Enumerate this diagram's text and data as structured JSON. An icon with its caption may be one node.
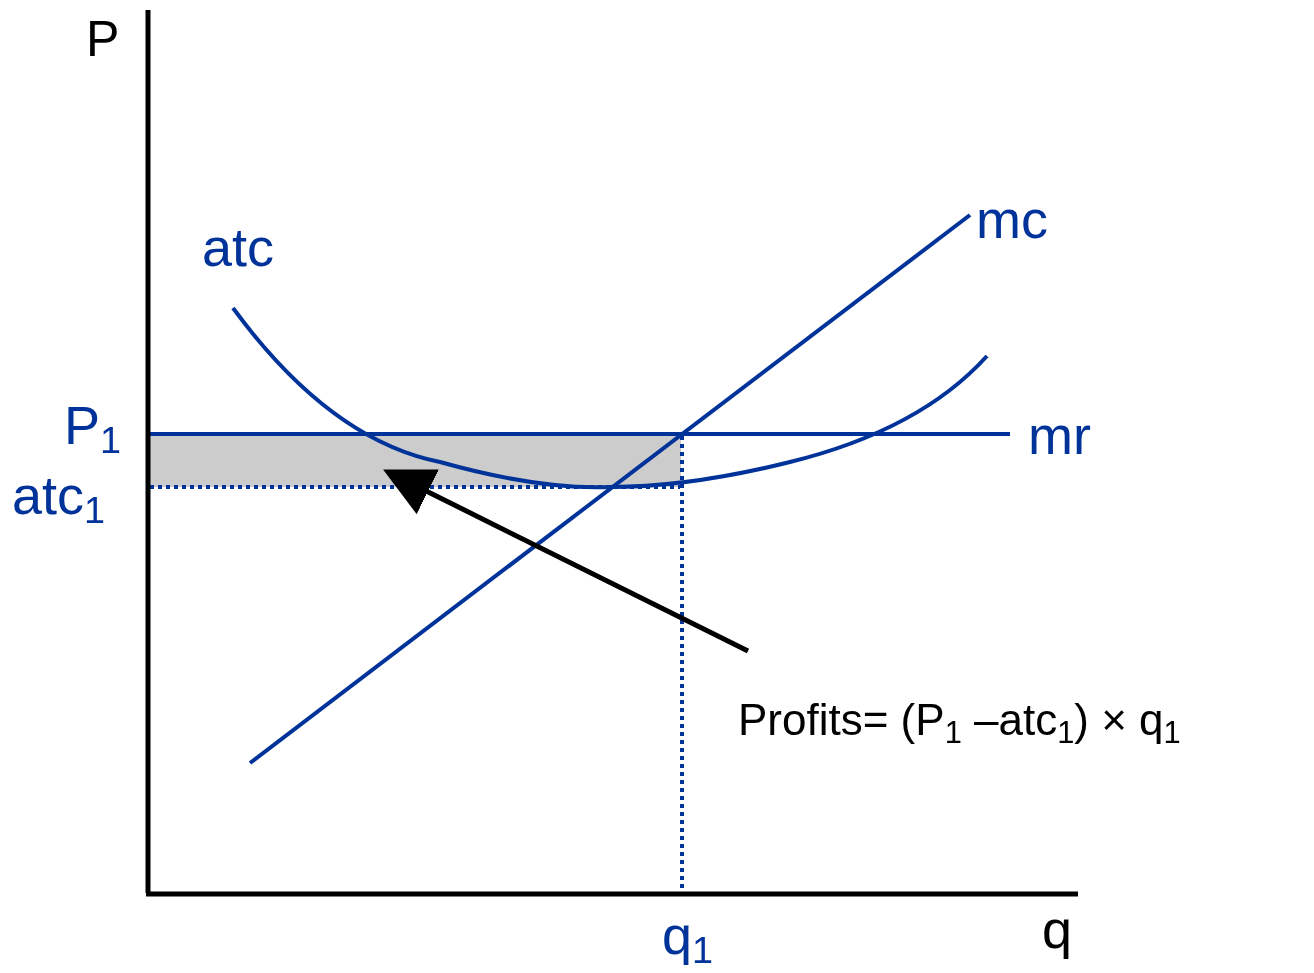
{
  "diagram": {
    "nodes": [
      {
        "text": [],
        "shape": "box"
      },
      {
        "text": [
          "Profits= (P$_{1}$ –atc$_{1}$) × q$_{1}$"
        ]
      }
    ],
    "edges": [
      {
        "from": 1,
        "to": 0,
        "arrow": "to"
      }
    ],
    "labels": [
      "P",
      "atc",
      "mc",
      "P$_{1}$",
      "mr",
      "atc$_{1}$",
      "q$_{1}$",
      "q"
    ]
  }
}
